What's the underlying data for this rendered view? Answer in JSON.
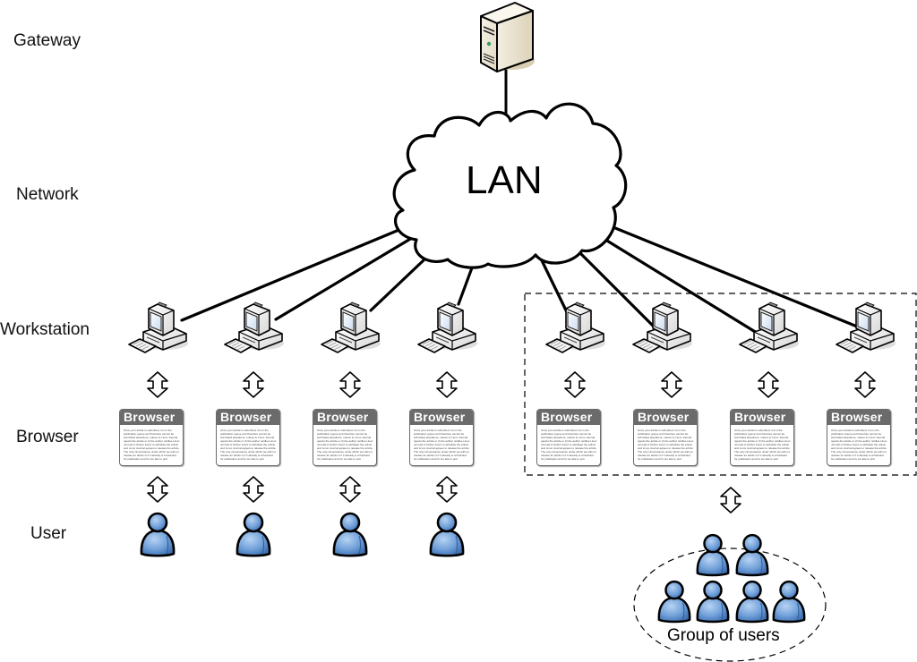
{
  "layers": [
    {
      "id": "gateway",
      "label": "Gateway"
    },
    {
      "id": "network",
      "label": "Network"
    },
    {
      "id": "workstation",
      "label": "Workstation"
    },
    {
      "id": "browser",
      "label": "Browser"
    },
    {
      "id": "user",
      "label": "User"
    }
  ],
  "network": {
    "label": "LAN",
    "icon": "cloud-icon"
  },
  "gateway": {
    "icon": "server-tower-icon"
  },
  "browser_window": {
    "title": "Browser",
    "body_text": "Once your article is submitted, it is in the publication queue and therefore cannot be submitted elsewhere, unless 1) Linux Journal rejects the article or 2) the author notifies Linux Journal of his/her intent to withdraw the article and Linux Journal agrees to release the article. The only circumstance under which we will not release an article is if it already is scheduled for publication and it's too late to pull."
  },
  "columns": [
    {
      "group": "individual",
      "has_user": true
    },
    {
      "group": "individual",
      "has_user": true
    },
    {
      "group": "individual",
      "has_user": true
    },
    {
      "group": "individual",
      "has_user": true
    },
    {
      "group": "shared",
      "has_user": false
    },
    {
      "group": "shared",
      "has_user": false
    },
    {
      "group": "shared",
      "has_user": false
    },
    {
      "group": "shared",
      "has_user": false
    }
  ],
  "user_group": {
    "label": "Group of users",
    "user_count": 6
  },
  "colors": {
    "line": "#000000",
    "browser_header": "#6b6b6b",
    "user_fill": "#6f9fd8",
    "user_fill_light": "#a9c8ef",
    "server_fill": "#e9e1cf",
    "server_shadow": "#d9ceb2",
    "monitor_screen": "#dde8f5"
  }
}
